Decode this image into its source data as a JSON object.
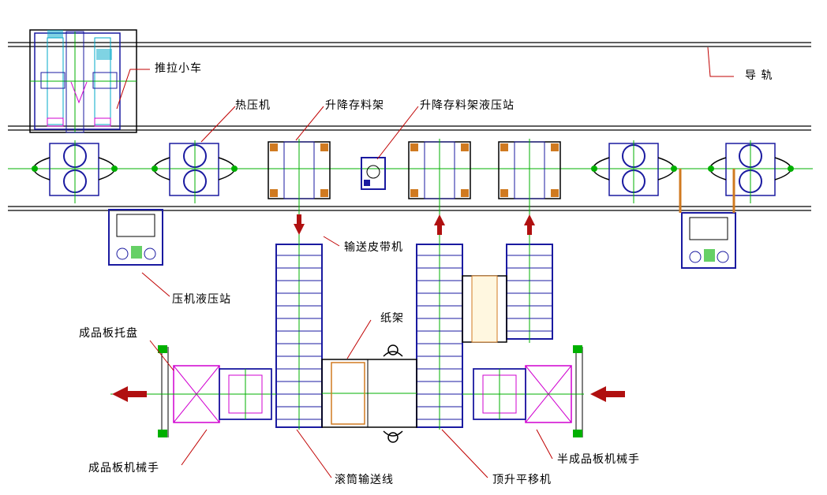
{
  "labels": {
    "push_cart": "推拉小车",
    "guide_rail": "导 轨",
    "hot_press": "热压机",
    "lift_rack": "升降存料架",
    "lift_rack_hydraulic": "升降存料架液压站",
    "belt_conveyor": "输送皮带机",
    "press_hydraulic": "压机液压站",
    "finished_tray": "成品板托盘",
    "paper_rack": "纸架",
    "finished_manipulator": "成品板机械手",
    "roller_conveyor": "滚筒输送线",
    "jacking_transfer": "顶升平移机",
    "semi_manipulator": "半成品板机械手"
  },
  "colors": {
    "line": "#000000",
    "frame": "#1a1aa0",
    "green": "#00b000",
    "magenta": "#d000d0",
    "cyan": "#00a8c8",
    "red": "#c00000",
    "orange": "#d07a20",
    "arrow": "#b01010"
  }
}
